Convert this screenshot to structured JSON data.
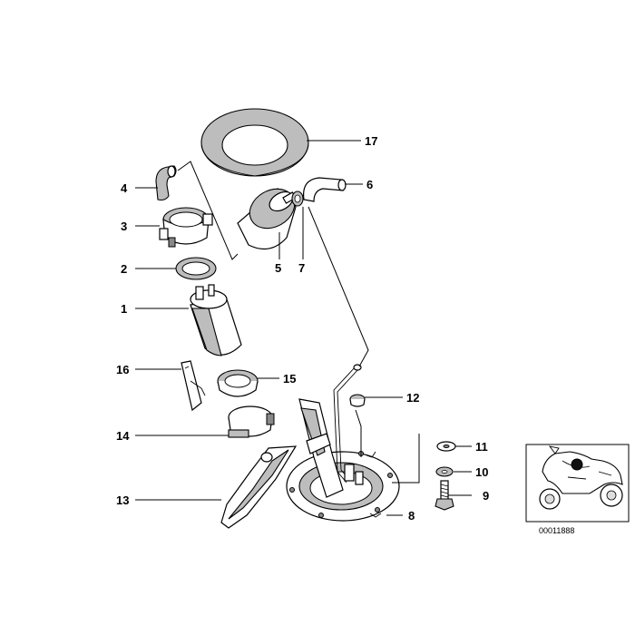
{
  "callouts": [
    {
      "id": "1",
      "label": "1"
    },
    {
      "id": "2",
      "label": "2"
    },
    {
      "id": "3",
      "label": "3"
    },
    {
      "id": "4",
      "label": "4"
    },
    {
      "id": "5",
      "label": "5"
    },
    {
      "id": "6",
      "label": "6"
    },
    {
      "id": "7",
      "label": "7"
    },
    {
      "id": "8",
      "label": "8"
    },
    {
      "id": "9",
      "label": "9"
    },
    {
      "id": "10",
      "label": "10"
    },
    {
      "id": "11",
      "label": "11"
    },
    {
      "id": "12",
      "label": "12"
    },
    {
      "id": "13",
      "label": "13"
    },
    {
      "id": "14",
      "label": "14"
    },
    {
      "id": "15",
      "label": "15"
    },
    {
      "id": "16",
      "label": "16"
    },
    {
      "id": "17",
      "label": "17"
    }
  ],
  "reference_code": "00011888"
}
